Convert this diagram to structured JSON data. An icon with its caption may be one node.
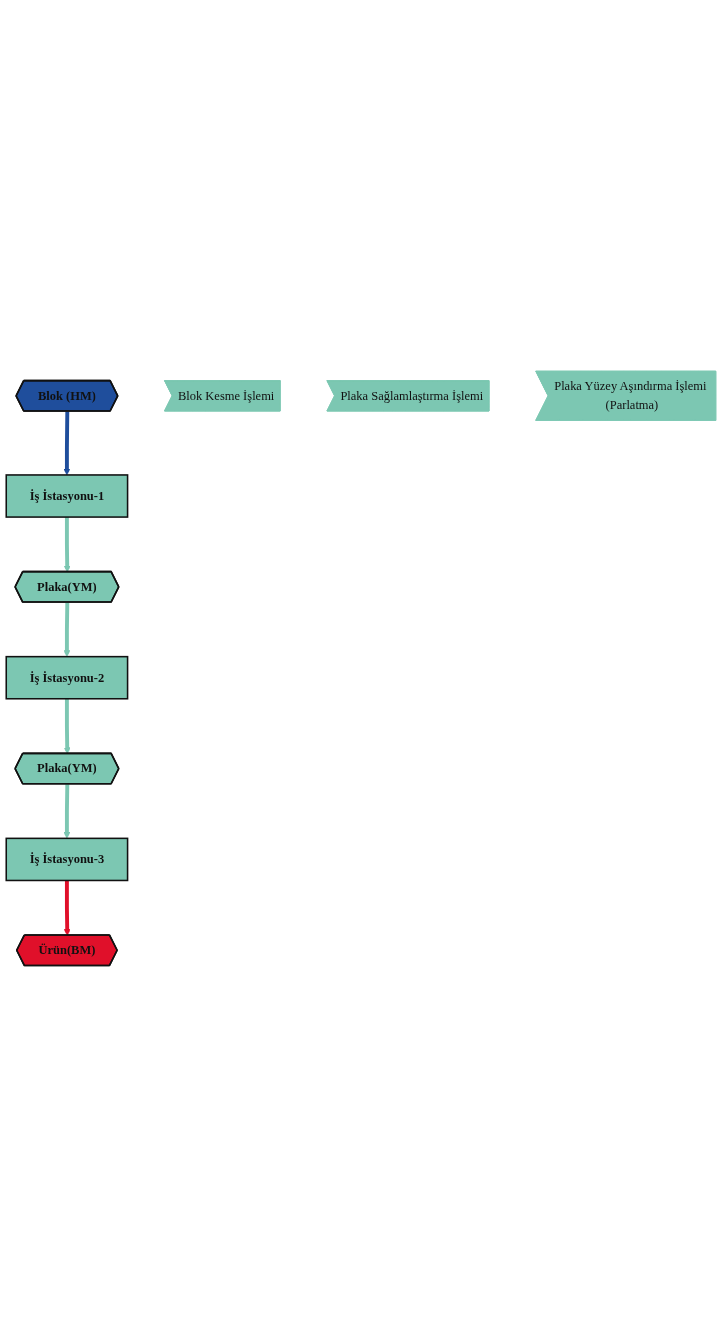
{
  "diagram": {
    "nodes": [
      {
        "text": [
          "Blok (HM)"
        ]
      },
      {
        "text": [
          "İş İstasyonu-1"
        ]
      },
      {
        "text": [
          "Blok Kesme İşlemi"
        ]
      },
      {
        "text": [
          "Plaka(YM)"
        ]
      },
      {
        "text": [
          "İş İstasyonu-2"
        ]
      },
      {
        "text": [
          "Plaka Sağlamlaştırma İşlemi"
        ]
      },
      {
        "text": [
          "Plaka(YM)"
        ]
      },
      {
        "text": [
          "İş İstasyonu-3"
        ]
      },
      {
        "text": [
          "Plaka Yüzey Aşındırma İşlemi (Parlatma)"
        ]
      },
      {
        "text": [
          "Ürün(BM)"
        ]
      }
    ],
    "edges": [
      {
        "from": 0,
        "to": 1,
        "arrow": "to",
        "color": "#1f4e9c"
      },
      {
        "from": 1,
        "to": 3,
        "arrow": "to"
      },
      {
        "from": 3,
        "to": 4,
        "arrow": "to"
      },
      {
        "from": 4,
        "to": 6,
        "arrow": "to"
      },
      {
        "from": 6,
        "to": 7,
        "arrow": "to"
      },
      {
        "from": 7,
        "to": 9,
        "arrow": "to",
        "color": "#e0102a"
      }
    ]
  }
}
